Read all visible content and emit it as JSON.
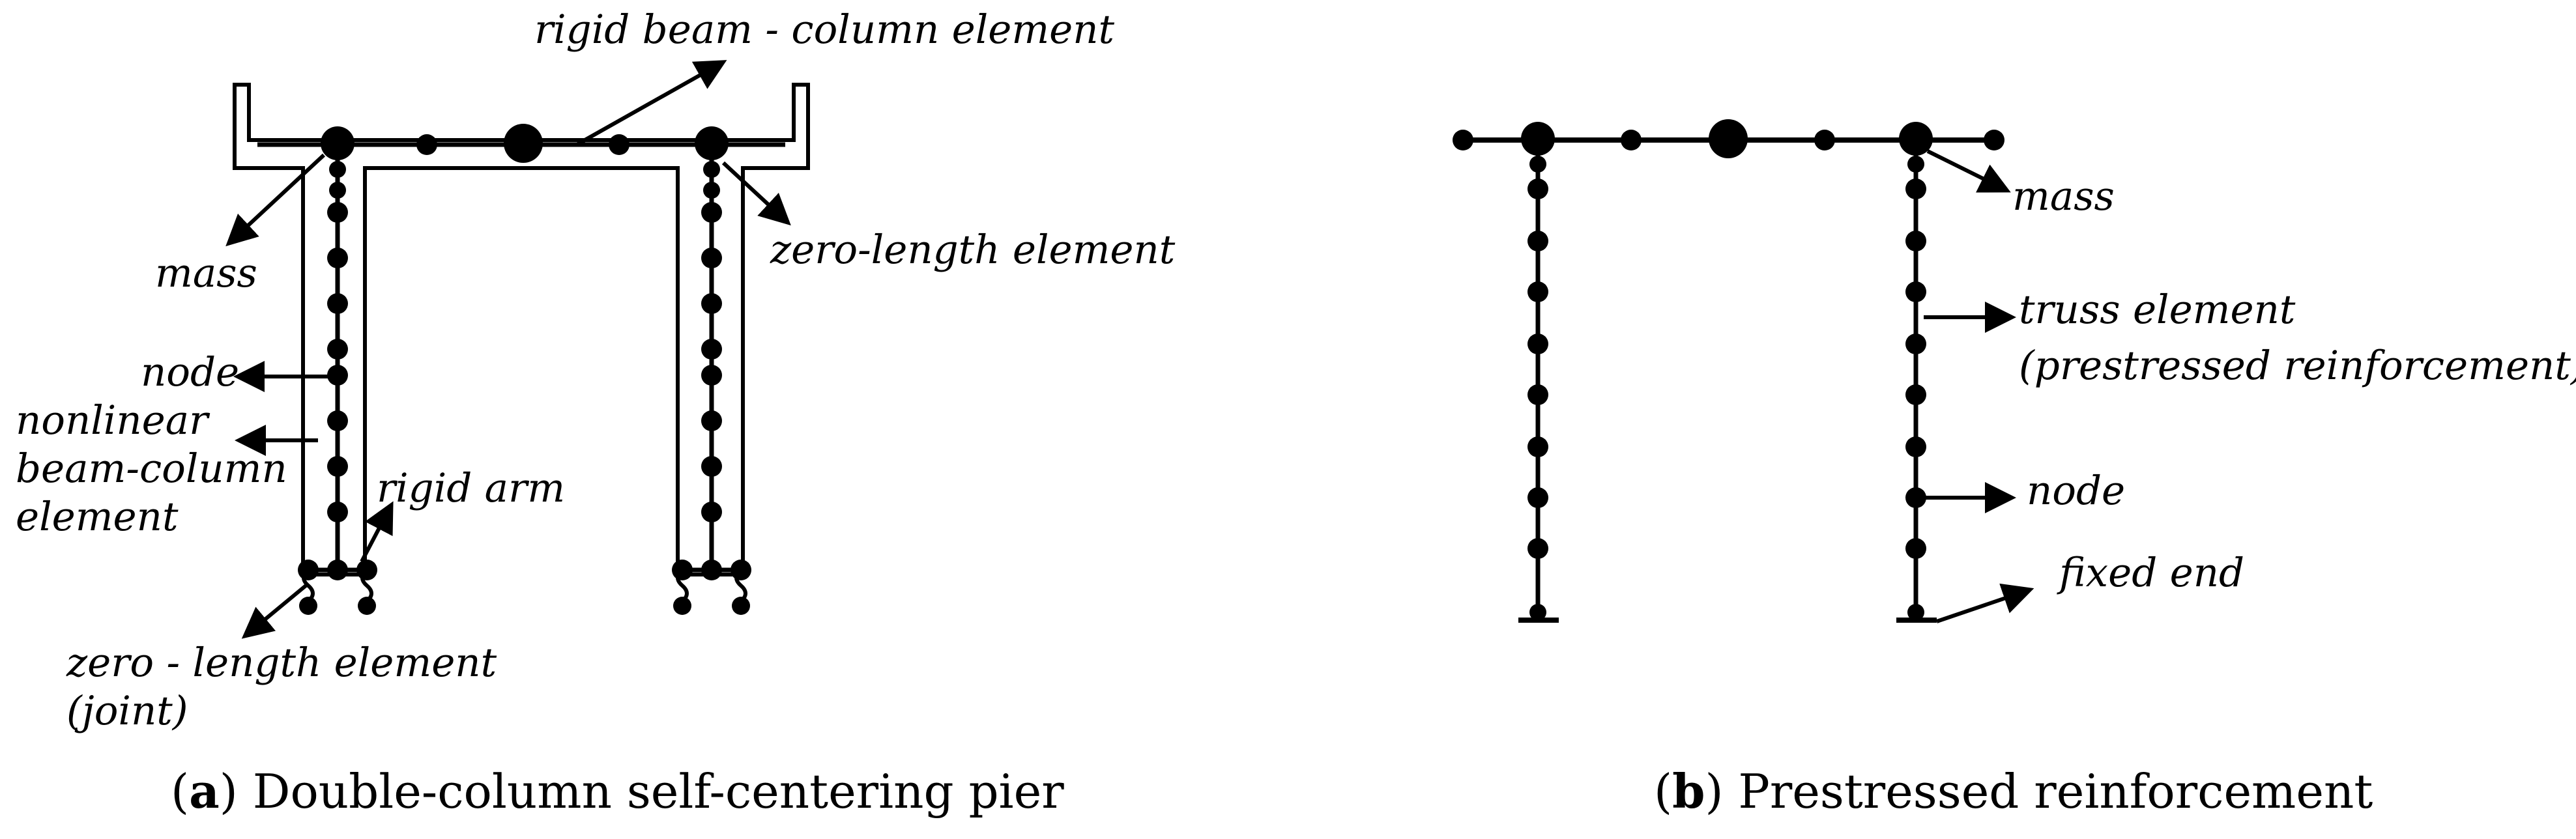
{
  "panel_a": {
    "labels": {
      "rigid_beam_column": "rigid beam - column element",
      "mass": "mass",
      "zero_length": "zero-length element",
      "node": "node",
      "nonlinear_1": "nonlinear",
      "nonlinear_2": "beam-column",
      "nonlinear_3": "element",
      "rigid_arm": "rigid arm",
      "zero_joint_1": "zero - length element",
      "zero_joint_2": "(joint)"
    },
    "caption_letter": "a",
    "caption_text": " Double-column self-centering pier"
  },
  "panel_b": {
    "labels": {
      "mass": "mass",
      "truss_1": "truss element",
      "truss_2": "(prestressed reinforcement)",
      "node": "node",
      "fixed_end": "fixed end"
    },
    "caption_letter": "b",
    "caption_text": " Prestressed reinforcement"
  },
  "colors": {
    "ink": "#000000",
    "background": "#ffffff"
  }
}
